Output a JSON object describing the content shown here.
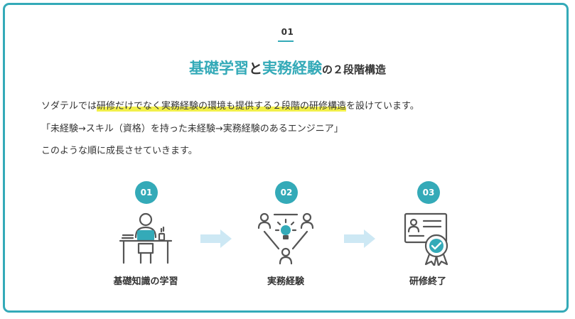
{
  "section_number": "01",
  "heading": {
    "part1": "基礎学習",
    "part2": "と",
    "part3": "実務経験",
    "part4": "の２段階構造"
  },
  "paragraph1": {
    "before": "ソダテルでは",
    "highlight": "研修だけでなく実務経験の環境も提供する２段階の研修構造",
    "after": "を設けています。"
  },
  "paragraph2": "「未経験→スキル（資格）を持った未経験→実務経験のあるエンジニア」",
  "paragraph3": "このような順に成長させていきます。",
  "steps": [
    {
      "number": "01",
      "label": "基礎知識の学習",
      "icon": "studying-person-icon"
    },
    {
      "number": "02",
      "label": "実務経験",
      "icon": "team-idea-icon"
    },
    {
      "number": "03",
      "label": "研修終了",
      "icon": "certificate-icon"
    }
  ],
  "colors": {
    "accent": "#34aab8",
    "highlight": "#f2f04a",
    "arrow": "#cde8f4",
    "icon_stroke": "#555555",
    "text": "#333333"
  }
}
